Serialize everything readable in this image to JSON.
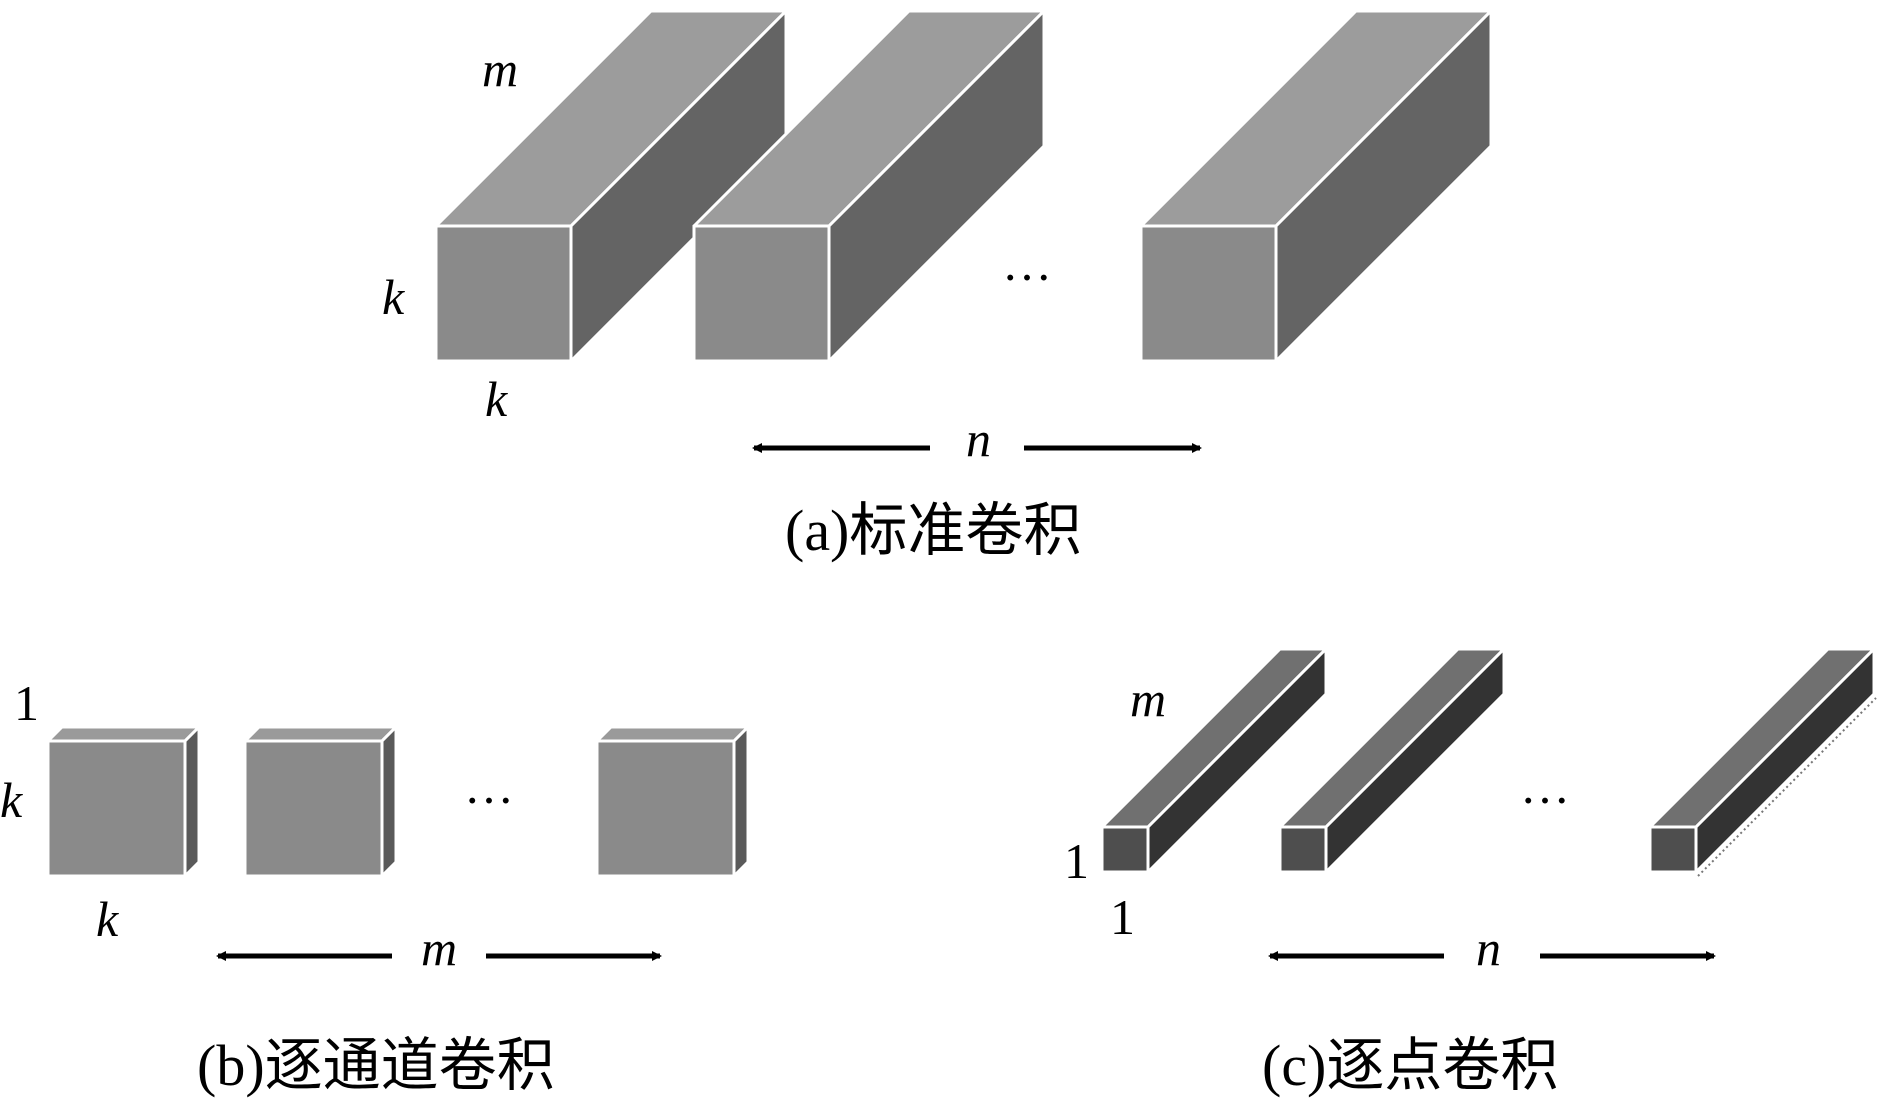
{
  "panels": {
    "a": {
      "caption": "(a)标准卷积",
      "labels": {
        "depth": "m",
        "height": "k",
        "width": "k",
        "count": "n",
        "ellipsis": "…"
      }
    },
    "b": {
      "caption": "(b)逐通道卷积",
      "labels": {
        "depth": "1",
        "height": "k",
        "width": "k",
        "count": "m",
        "ellipsis": "…"
      }
    },
    "c": {
      "caption": "(c)逐点卷积",
      "labels": {
        "depth": "m",
        "height": "1",
        "width": "1",
        "count": "n",
        "ellipsis": "…"
      }
    }
  },
  "colors": {
    "front_a": "#8a8a8a",
    "top_a": "#9c9c9c",
    "side_a": "#646464",
    "front_b": "#8a8a8a",
    "top_b": "#9a9a9a",
    "side_b": "#5a5a5a",
    "front_c": "#4e4e4e",
    "top_c": "#707070",
    "side_c": "#333333",
    "edge": "#ffffff",
    "arrow": "#000000"
  }
}
